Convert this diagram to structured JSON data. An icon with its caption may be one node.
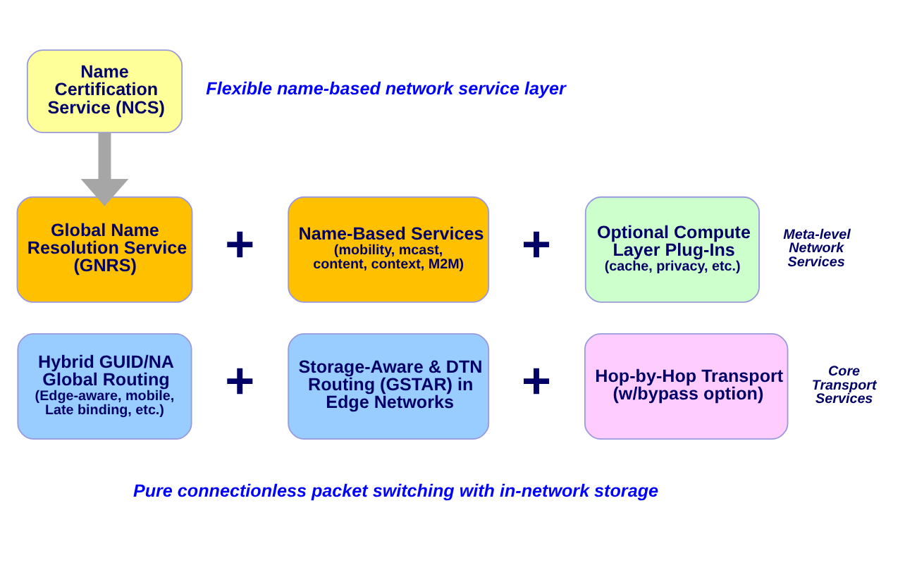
{
  "diagram": {
    "nodes": [
      {
        "text": [
          "Name Certification Service (NCS)"
        ]
      },
      {
        "text": [
          "Global Name Resolution Service (GNRS)"
        ]
      },
      {
        "text": [
          "Name-Based Services",
          "(mobility, mcast, content, context, M2M)"
        ]
      },
      {
        "text": [
          "Optional Compute Layer Plug-Ins",
          "(cache, privacy, etc.)"
        ]
      },
      {
        "text": [
          "Hybrid GUID/NA Global Routing",
          "(Edge-aware, mobile, Late binding, etc.)"
        ]
      },
      {
        "text": [
          "Storage-Aware & DTN Routing (GSTAR) in Edge Networks"
        ]
      },
      {
        "text": [
          "Hop-by-Hop Transport (w/bypass option)"
        ]
      }
    ],
    "edges": [
      {
        "from": 0,
        "to": 1,
        "arrow": "to"
      }
    ],
    "labels": [
      "Flexible name-based network service layer",
      "+",
      "+",
      "Meta-level Network Services",
      "+",
      "+",
      "Core Transport Services",
      "Pure connectionless packet switching with in-network storage"
    ]
  }
}
